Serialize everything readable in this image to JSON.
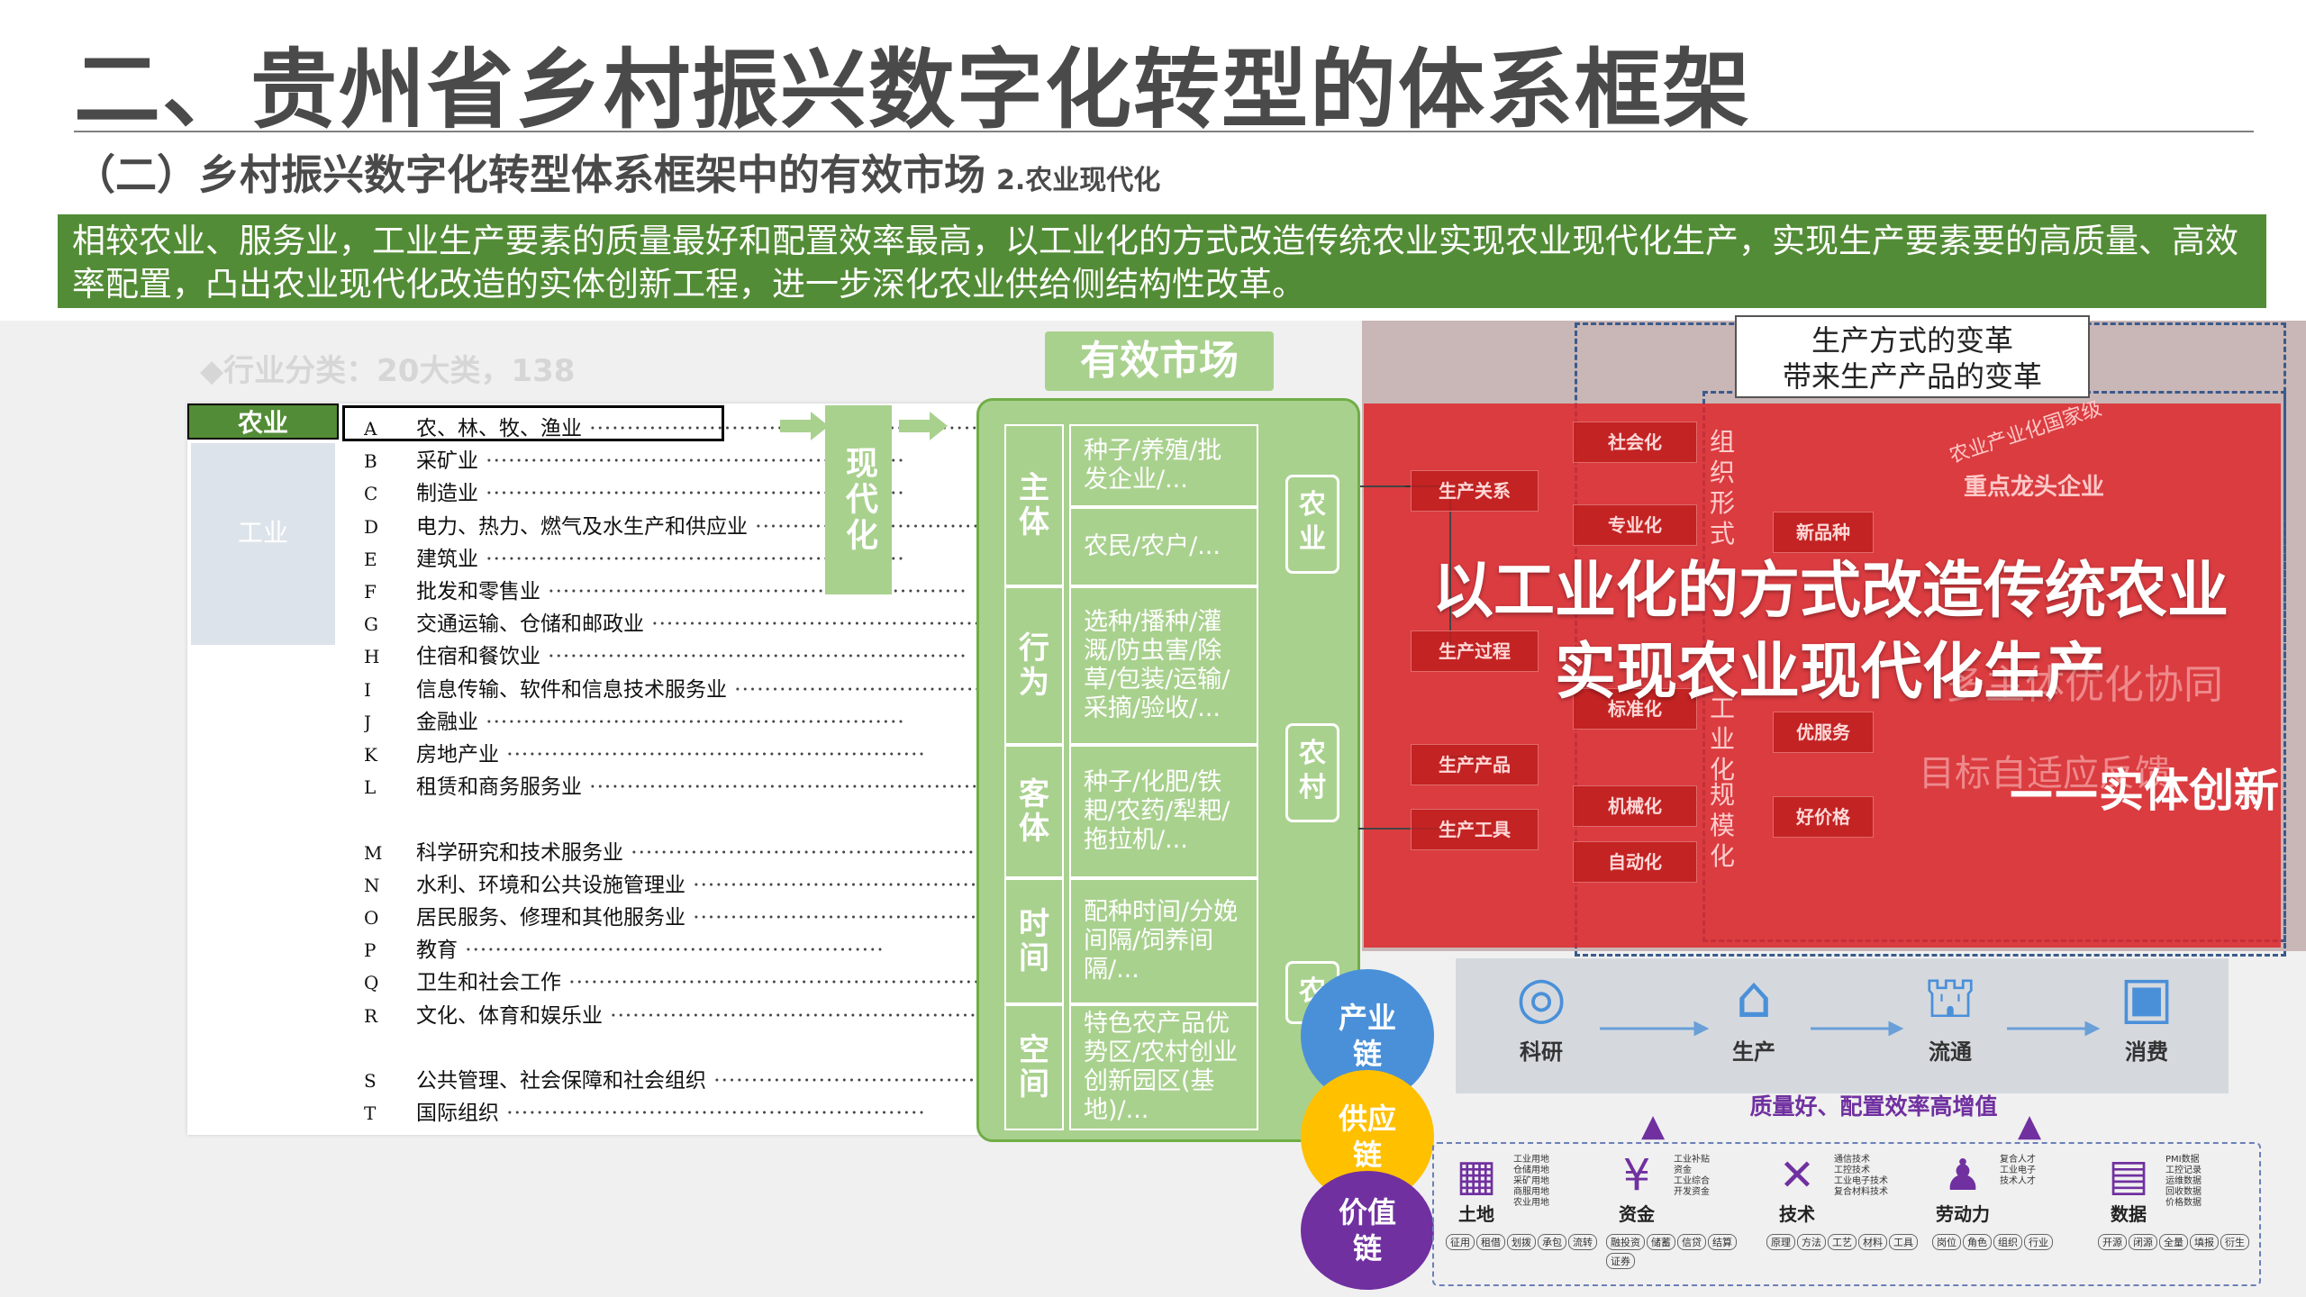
{
  "header": {
    "title": "二、贵州省乡村振兴数字化转型的体系框架",
    "subtitle": "（二）乡村振兴数字化转型体系框架中的有效市场",
    "subtitle_tag": "2.农业现代化",
    "banner": "相较农业、服务业，工业生产要素的质量最好和配置效率最高，以工业化的方式改造传统农业实现农业现代化生产，实现生产要素要的高质量、高效率配置，凸出农业现代化改造的实体创新工程，进一步深化农业供给侧结构性改革。"
  },
  "category_table": {
    "header": "农业",
    "industry_label": "工业",
    "rows": [
      {
        "code": "A",
        "name": "农、林、牧、渔业"
      },
      {
        "code": "B",
        "name": "采矿业"
      },
      {
        "code": "C",
        "name": "制造业"
      },
      {
        "code": "D",
        "name": "电力、热力、燃气及水生产和供应业"
      },
      {
        "code": "E",
        "name": "建筑业"
      },
      {
        "code": "F",
        "name": "批发和零售业"
      },
      {
        "code": "G",
        "name": "交通运输、仓储和邮政业"
      },
      {
        "code": "H",
        "name": "住宿和餐饮业"
      },
      {
        "code": "I",
        "name": "信息传输、软件和信息技术服务业"
      },
      {
        "code": "J",
        "name": "金融业"
      },
      {
        "code": "K",
        "name": "房地产业"
      },
      {
        "code": "L",
        "name": "租赁和商务服务业"
      },
      {
        "code": "",
        "name": ""
      },
      {
        "code": "M",
        "name": "科学研究和技术服务业"
      },
      {
        "code": "N",
        "name": "水利、环境和公共设施管理业"
      },
      {
        "code": "O",
        "name": "居民服务、修理和其他服务业"
      },
      {
        "code": "P",
        "name": "教育"
      },
      {
        "code": "Q",
        "name": "卫生和社会工作"
      },
      {
        "code": "R",
        "name": "文化、体育和娱乐业"
      },
      {
        "code": "",
        "name": ""
      },
      {
        "code": "S",
        "name": "公共管理、社会保障和社会组织"
      },
      {
        "code": "T",
        "name": "国际组织"
      }
    ],
    "faded_heading": "◆行业分类：20大类，138"
  },
  "modernization_label": "现代化",
  "market": {
    "title": "有效市场",
    "rows": [
      {
        "label": "主体",
        "cells": [
          "种子/养殖/批发企业/...",
          "农民/农户/..."
        ]
      },
      {
        "label": "行为",
        "cells": [
          "选种/播种/灌溉/防虫害/除草/包装/运输/采摘/验收/..."
        ]
      },
      {
        "label": "客体",
        "cells": [
          "种子/化肥/铁耙/农药/犁耙/拖拉机/..."
        ]
      },
      {
        "label": "时间",
        "cells": [
          "配种时间/分娩间隔/饲养间隔/..."
        ]
      },
      {
        "label": "空间",
        "cells": [
          "特色农产品优势区/农村创业创新园区(基地)/..."
        ]
      }
    ],
    "side_tags": [
      "农业",
      "农村",
      "农"
    ]
  },
  "transform": {
    "callout_line1": "生产方式的变革",
    "callout_line2": "带来生产产品的变革",
    "nodes_left": [
      "生产关系",
      "生产过程",
      "生产产品",
      "生产工具"
    ],
    "nodes_mid": [
      "社会化",
      "专业化",
      "标准化",
      "机械化",
      "自动化"
    ],
    "vertical_labels": [
      "组织形式",
      "工业化",
      "规模化"
    ],
    "right_nodes": [
      "新品种",
      "优服务",
      "好价格"
    ],
    "photo_caption_1": "农业产业化国家级",
    "photo_caption_2": "重点龙头企业",
    "ghost_text_1": "多主体优化协同",
    "ghost_text_2": "目标自适应反馈",
    "headline_1": "以工业化的方式改造传统农业",
    "headline_2": "实现农业现代化生产",
    "signature": "——实体创新"
  },
  "chains": [
    {
      "label": "产业链",
      "color": "#4a90d9"
    },
    {
      "label": "供应链",
      "color": "#ffc000"
    },
    {
      "label": "价值链",
      "color": "#7030a0"
    }
  ],
  "value_chain": {
    "nodes": [
      {
        "label": "科研",
        "icon": "research-icon"
      },
      {
        "label": "生产",
        "icon": "factory-icon"
      },
      {
        "label": "流通",
        "icon": "store-icon"
      },
      {
        "label": "消费",
        "icon": "consume-icon"
      }
    ],
    "quality_text": "质量好、配置效率高增值"
  },
  "factors": [
    {
      "label": "土地",
      "icon": "land-icon",
      "details": [
        "工业用地",
        "仓储用地",
        "采矿用地",
        "商服用地",
        "农业用地"
      ],
      "pills": [
        "征用",
        "租借",
        "划拨",
        "承包",
        "流转"
      ]
    },
    {
      "label": "资金",
      "icon": "fund-icon",
      "details": [
        "工业补贴",
        "资金",
        "工业综合",
        "开发资金"
      ],
      "pills": [
        "融投资",
        "储蓄",
        "信贷",
        "结算",
        "证券"
      ]
    },
    {
      "label": "技术",
      "icon": "tech-icon",
      "details": [
        "通信技术",
        "工控技术",
        "工业电子技术",
        "复合材料技术"
      ],
      "pills": [
        "原理",
        "方法",
        "工艺",
        "材料",
        "工具"
      ]
    },
    {
      "label": "劳动力",
      "icon": "labor-icon",
      "details": [
        "复合人才",
        "工业电子",
        "技术人才"
      ],
      "pills": [
        "岗位",
        "角色",
        "组织",
        "行业"
      ]
    },
    {
      "label": "数据",
      "icon": "data-icon",
      "details": [
        "PMI数据",
        "工控记录",
        "运维数据",
        "回收数据",
        "价格数据"
      ],
      "pills": [
        "开源",
        "闭源",
        "全量",
        "填报",
        "衍生"
      ]
    }
  ],
  "colors": {
    "green_dark": "#538c36",
    "green_light": "#a9d18e",
    "red_overlay": "#dc282c",
    "blue": "#4a90d9",
    "yellow": "#ffc000",
    "purple": "#7030a0"
  }
}
